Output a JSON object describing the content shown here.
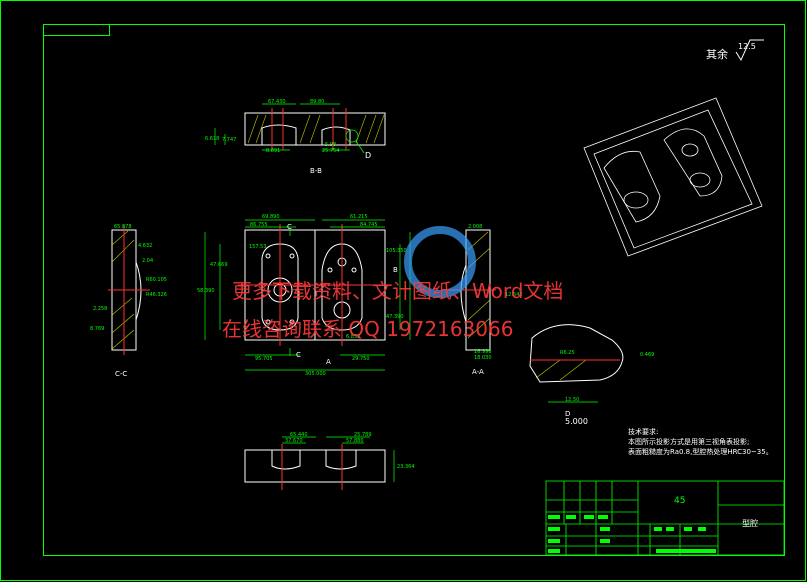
{
  "colors": {
    "background": "#000000",
    "frame": "#00ff00",
    "geometry": "#ffffff",
    "dimension": "#00ff00",
    "centerline": "#ff3030",
    "hatch": "#c8c800",
    "watermark_red": "#ff3a3a",
    "watermark_blue": "#3aa0ff"
  },
  "roughness": {
    "prefix": "其余",
    "value": "12.5"
  },
  "section_labels": {
    "bb": "B-B",
    "cc": "C-C",
    "aa": "A-A",
    "d": "D"
  },
  "view_markers": {
    "c": "C",
    "a": "A",
    "b": "B"
  },
  "detail_scale": "5.000",
  "dims": {
    "bb_top_left": "67.430",
    "bb_top_right": "89.80",
    "bb_side_top": "6.618",
    "bb_side_mid": "7.747",
    "bb_bottom_left": "8.891",
    "bb_bottom_mid": "5.98",
    "bb_bottom_right": "25.754",
    "main_top_left": "69.890",
    "main_top_left2": "86.755",
    "main_top_right": "61.215",
    "main_top_right2": "84.745",
    "main_left_height": "47.669",
    "main_left_total": "58.390",
    "main_right_height": "105.350",
    "main_right_lower": "47.390",
    "main_bottom_left": "95.705",
    "main_bottom_right": "29.750",
    "main_bottom_total": "305.000",
    "main_hole": "6.858",
    "main_inner": "157.53",
    "cc_top": "65.878",
    "cc_a": "4.632",
    "cc_b": "2.04",
    "cc_c": "R60.105",
    "cc_d": "R46.326",
    "cc_e": "2.258",
    "cc_f": "8.769",
    "aa_top": "2.008",
    "aa_mid": "12.542",
    "aa_b1": "16.996",
    "aa_b2": "18.030",
    "d_r": "R6.25",
    "d_h": "0.469",
    "d_w": "12.50",
    "bottom_left": "65.440",
    "bottom_right": "25.789",
    "bottom_left2": "37.670",
    "bottom_right2": "57.880",
    "bottom_side": "23.364"
  },
  "notes": {
    "title": "技术要求:",
    "line1": "本图所示投影方式是用第三视角表投影;",
    "line2": "表面粗糙度为Ra0.8,型腔热处理HRC30~35。"
  },
  "title_block": {
    "scale_count": "45",
    "part_name": "型腔"
  },
  "watermark": {
    "line1": "更多下载资料、文计图纸、Word文档",
    "line2": "在线咨询联系 QQ 1972163066"
  }
}
